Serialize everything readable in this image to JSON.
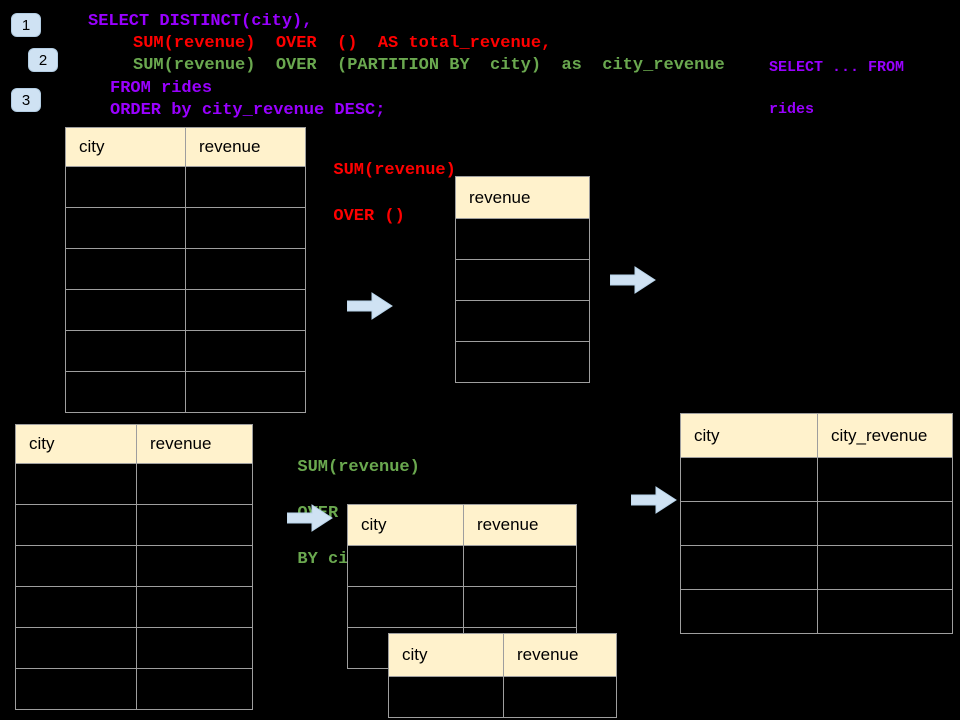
{
  "colors": {
    "background": "#000000",
    "sql_purple": "#9900ff",
    "sql_red": "#ff0000",
    "sql_green": "#6aa84f",
    "table_header_fill": "#fff2cc",
    "table_border": "#9e9e9e",
    "arrow_badge_blue": "#cfe2f3"
  },
  "steps": {
    "one": "1",
    "two": "2",
    "three": "3"
  },
  "sql": {
    "line1": "SELECT DISTINCT(city),",
    "line2": "SUM(revenue)  OVER  ()  AS total_revenue,",
    "line3": "SUM(revenue)  OVER  (PARTITION BY  city)  as  city_revenue",
    "line4": "FROM rides",
    "line5": "ORDER by city_revenue DESC;"
  },
  "notes": {
    "from_clause": {
      "line1": "SELECT ... FROM",
      "line2": "rides"
    },
    "total_window": {
      "line1": "SUM(revenue)",
      "line2": "OVER ()"
    },
    "partition_window": {
      "line1": "SUM(revenue)",
      "line2": "OVER (PARTITION",
      "line3": "BY city)"
    }
  },
  "tables": {
    "source": {
      "col1": "city",
      "col2": "revenue"
    },
    "total_result": {
      "col1": "revenue"
    },
    "source2": {
      "col1": "city",
      "col2": "revenue"
    },
    "partition_a": {
      "col1": "city",
      "col2": "revenue"
    },
    "partition_b": {
      "col1": "city",
      "col2": "revenue"
    },
    "city_revenue_result": {
      "col1": "city",
      "col2": "city_revenue"
    }
  },
  "icons": {
    "arrow": "right-arrow"
  }
}
